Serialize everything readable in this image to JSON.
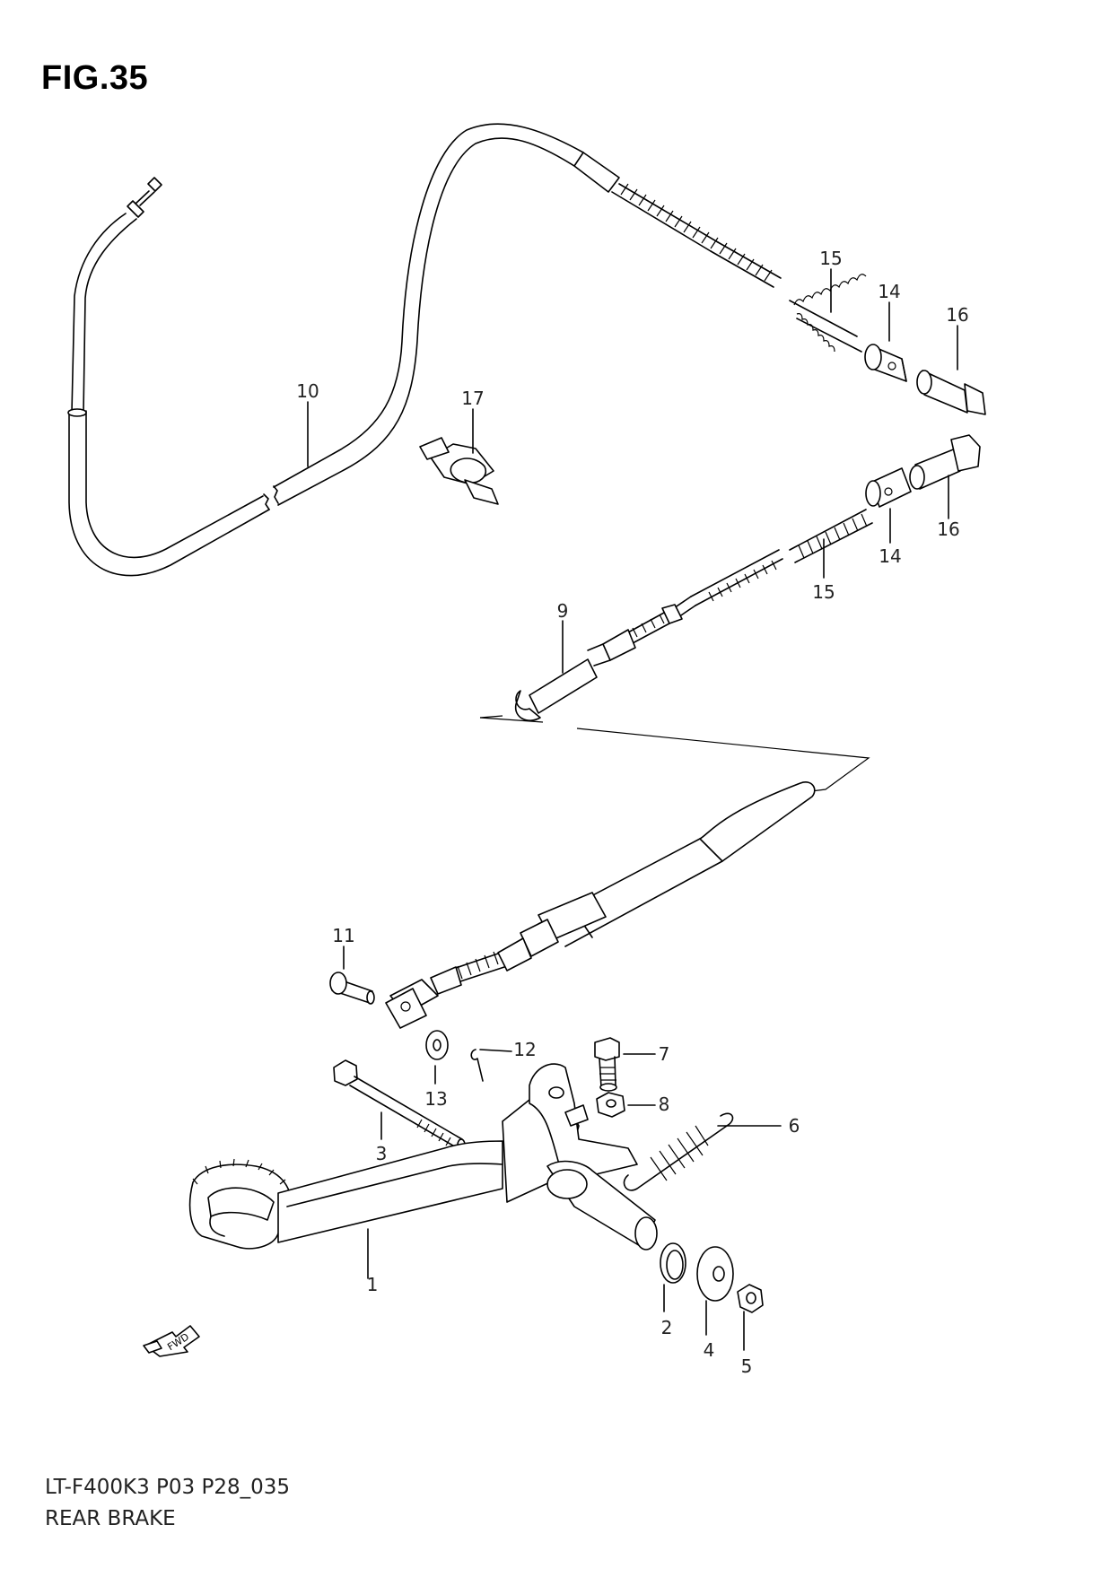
{
  "figure": {
    "title": "FIG.35",
    "code": "LT-F400K3 P03 P28_035",
    "name": "REAR BRAKE"
  },
  "callouts": [
    {
      "id": "c1",
      "label": "1"
    },
    {
      "id": "c2",
      "label": "2"
    },
    {
      "id": "c3",
      "label": "3"
    },
    {
      "id": "c4",
      "label": "4"
    },
    {
      "id": "c5",
      "label": "5"
    },
    {
      "id": "c6",
      "label": "6"
    },
    {
      "id": "c7",
      "label": "7"
    },
    {
      "id": "c8",
      "label": "8"
    },
    {
      "id": "c9",
      "label": "9"
    },
    {
      "id": "c10",
      "label": "10"
    },
    {
      "id": "c11",
      "label": "11"
    },
    {
      "id": "c12",
      "label": "12"
    },
    {
      "id": "c13",
      "label": "13"
    },
    {
      "id": "c14a",
      "label": "14"
    },
    {
      "id": "c14b",
      "label": "14"
    },
    {
      "id": "c15a",
      "label": "15"
    },
    {
      "id": "c15b",
      "label": "15"
    },
    {
      "id": "c16a",
      "label": "16"
    },
    {
      "id": "c16b",
      "label": "16"
    },
    {
      "id": "c17",
      "label": "17"
    }
  ],
  "fwd_arrow": {
    "label": "FWD",
    "icon": "fwd-arrow-icon"
  }
}
